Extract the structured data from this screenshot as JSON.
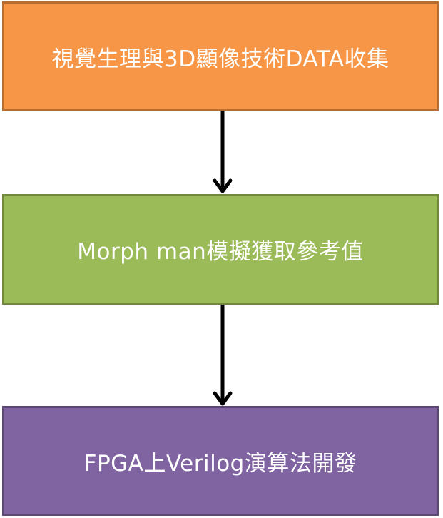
{
  "flowchart": {
    "steps": [
      {
        "label": "視覺生理與3D顯像技術DATA收集",
        "color": "#f79646"
      },
      {
        "label": "Morph man模擬獲取參考值",
        "color": "#9bbb59"
      },
      {
        "label": "FPGA上Verilog演算法開發",
        "color": "#8064a2"
      }
    ],
    "arrow_color": "#000000"
  }
}
